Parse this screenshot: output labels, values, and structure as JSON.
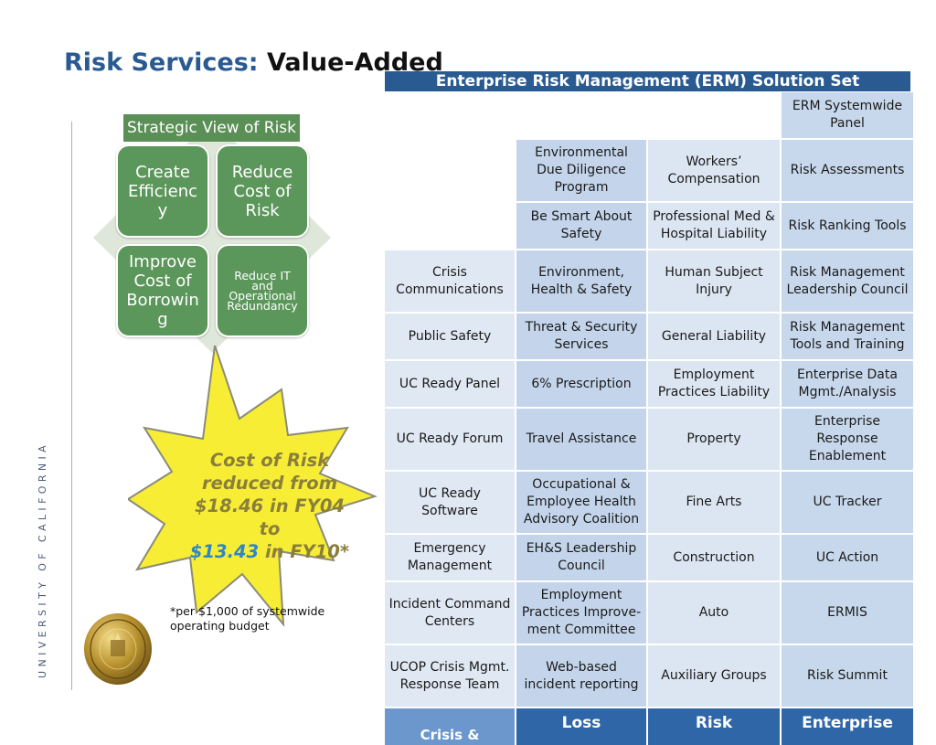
{
  "title": {
    "part1": "Risk Services:",
    "part2": "Value-Added"
  },
  "sidebar": {
    "university": "UNIVERSITY OF CALIFORNIA"
  },
  "diagram": {
    "label": "Strategic View of Risk",
    "quadrants": [
      "Create Efficiency",
      "Reduce Cost of Risk",
      "Improve Cost of Borrowing",
      "Reduce IT and Operational Redundancy"
    ],
    "color": "#5b965a"
  },
  "callout": {
    "line1": "Cost of Risk",
    "line2": "reduced from",
    "line3": "$18.46 in FY04 to",
    "highlight": "$13.43",
    "line4_rest": " in FY10*",
    "footnote": "*per $1,000 of systemwide operating budget"
  },
  "erm": {
    "heading": "Enterprise Risk Management (ERM) Solution Set",
    "rows": [
      [
        "",
        "",
        "",
        "ERM Systemwide Panel"
      ],
      [
        "",
        "Environmental Due Diligence Program",
        "Workers’ Compensation",
        "Risk Assessments"
      ],
      [
        "",
        "Be Smart About Safety",
        "Professional Med & Hospital Liability",
        "Risk Ranking Tools"
      ],
      [
        "Crisis Communications",
        "Environment, Health & Safety",
        "Human Subject Injury",
        "Risk Management Leadership Council"
      ],
      [
        "Public Safety",
        "Threat & Security Services",
        "General Liability",
        "Risk Management Tools and Training"
      ],
      [
        "UC Ready Panel",
        "6% Prescription",
        "Employment Practices Liability",
        "Enterprise Data Mgmt./Analysis"
      ],
      [
        "UC Ready Forum",
        "Travel Assistance",
        "Property",
        "Enterprise Response Enablement"
      ],
      [
        "UC Ready Software",
        "Occupational & Employee Health Advisory Coalition",
        "Fine Arts",
        "UC Tracker"
      ],
      [
        "Emergency Management",
        "EH&S Leadership Council",
        "Construction",
        "UC Action"
      ],
      [
        "Incident Command Centers",
        "Employment Practices Improve-ment Committee",
        "Auto",
        "ERMIS"
      ],
      [
        "UCOP Crisis Mgmt. Response Team",
        "Web-based incident reporting",
        "Auxiliary Groups",
        "Risk Summit"
      ]
    ],
    "footer": [
      "Crisis &",
      "Loss",
      "Risk",
      "Enterprise"
    ],
    "colors": {
      "heading": "#2a5a92",
      "col1": "#dfe8f3",
      "col2": "#c4d5eb",
      "col3": "#dce6f2",
      "col4": "#c8d8ec",
      "footer": "#2f66a8"
    }
  }
}
